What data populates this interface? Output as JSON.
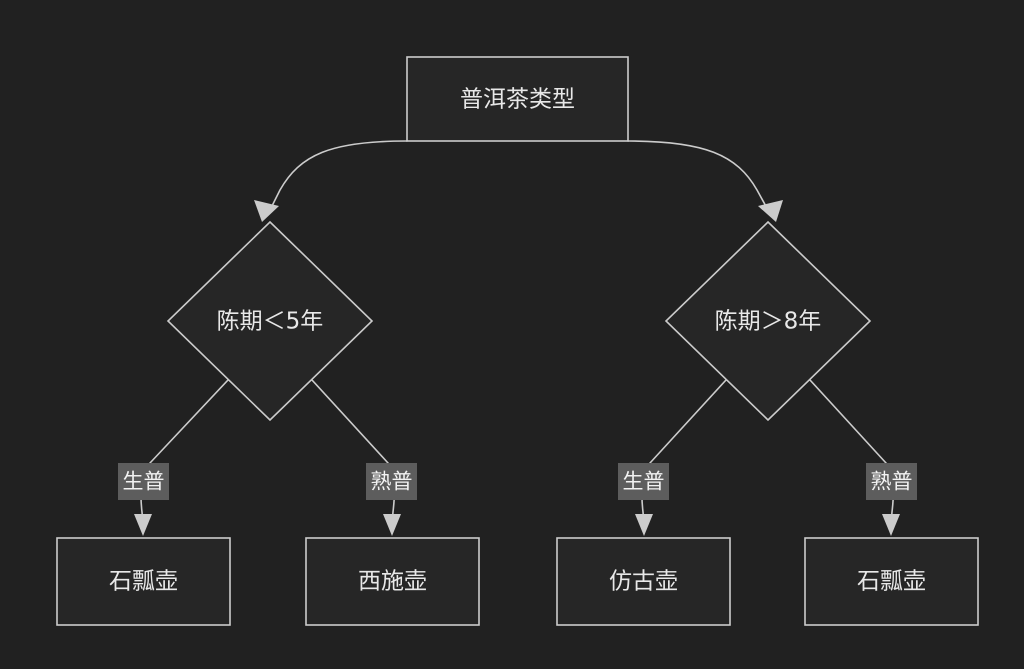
{
  "diagram": {
    "type": "decision-flowchart",
    "orientation": "top-down",
    "background_color": "#212121",
    "stroke_color": "#cccccc",
    "node_fill_color": "#262626",
    "text_color": "#e8e8e8",
    "edge_label_chip_color": "#5d5d5d",
    "edge_label_text_color": "#f2f2f2",
    "root": {
      "id": "root",
      "shape": "rectangle",
      "label": "普洱茶类型"
    },
    "decisions": [
      {
        "id": "decision-left",
        "shape": "diamond",
        "label": "陈期＜5年"
      },
      {
        "id": "decision-right",
        "shape": "diamond",
        "label": "陈期＞8年"
      }
    ],
    "leaves": [
      {
        "id": "leaf-1",
        "shape": "rectangle",
        "label": "石瓢壶"
      },
      {
        "id": "leaf-2",
        "shape": "rectangle",
        "label": "西施壶"
      },
      {
        "id": "leaf-3",
        "shape": "rectangle",
        "label": "仿古壶"
      },
      {
        "id": "leaf-4",
        "shape": "rectangle",
        "label": "石瓢壶"
      }
    ],
    "edge_labels": [
      {
        "id": "edge-label-1",
        "label": "生普",
        "from": "decision-left",
        "to": "leaf-1"
      },
      {
        "id": "edge-label-2",
        "label": "熟普",
        "from": "decision-left",
        "to": "leaf-2"
      },
      {
        "id": "edge-label-3",
        "label": "生普",
        "from": "decision-right",
        "to": "leaf-3"
      },
      {
        "id": "edge-label-4",
        "label": "熟普",
        "from": "decision-right",
        "to": "leaf-4"
      }
    ]
  }
}
